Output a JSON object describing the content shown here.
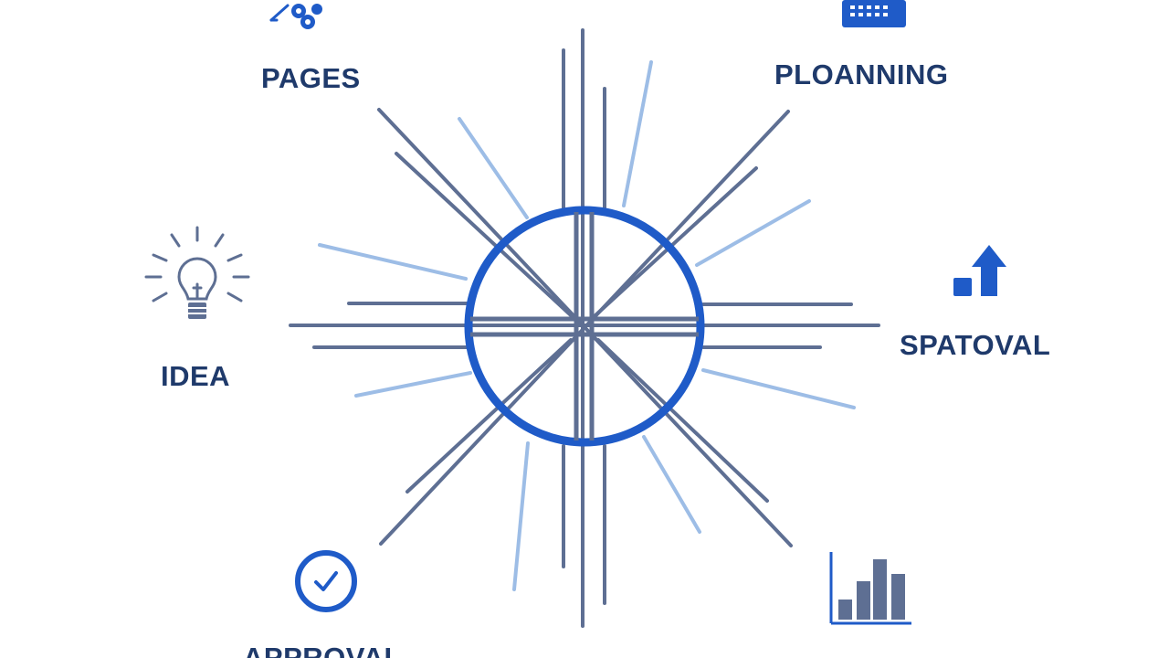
{
  "diagram": {
    "center": {
      "shape": "circle",
      "ring_color": "#1f5bc8"
    },
    "colors": {
      "primary_line": "#5e6f93",
      "secondary_line": "#9dbde6",
      "label_text": "#1f3a6b",
      "accent_blue": "#1f5bc8"
    },
    "nodes": [
      {
        "id": "pages",
        "label": "PAGES",
        "icon": "settings-gears-icon"
      },
      {
        "id": "planning",
        "label": "PLOANNING",
        "icon": "calendar-grid-icon"
      },
      {
        "id": "idea",
        "label": "IDEA",
        "icon": "lightbulb-icon"
      },
      {
        "id": "spatoval",
        "label": "SPATOVAL",
        "icon": "growth-arrow-icon"
      },
      {
        "id": "approval",
        "label": "APPROVAL",
        "icon": "checkmark-circle-icon"
      },
      {
        "id": "chart",
        "label": "",
        "icon": "bar-chart-icon"
      }
    ]
  }
}
